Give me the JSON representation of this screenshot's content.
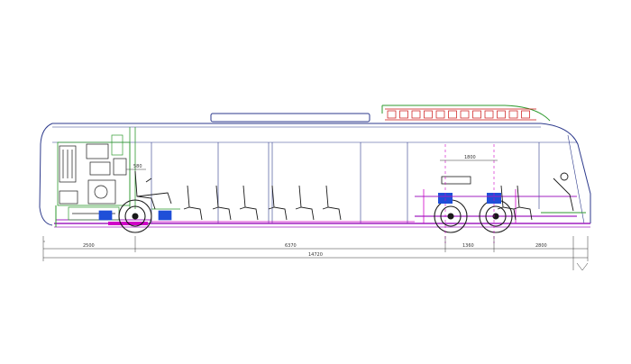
{
  "dimensions": {
    "front_overhang": "2500",
    "wheelbase": "6370",
    "axle_spacing": "1360",
    "rear_overhang": "2800",
    "overall_length": "14720",
    "axle_top": "1800",
    "front_detail": "580"
  },
  "colors": {
    "outline": "#2d3a8c",
    "purple": "#a020c0",
    "magenta": "#d000c8",
    "green": "#2e9a2e",
    "red": "#cc1111",
    "blue": "#1f4fd8",
    "black": "#1a1a1a"
  }
}
